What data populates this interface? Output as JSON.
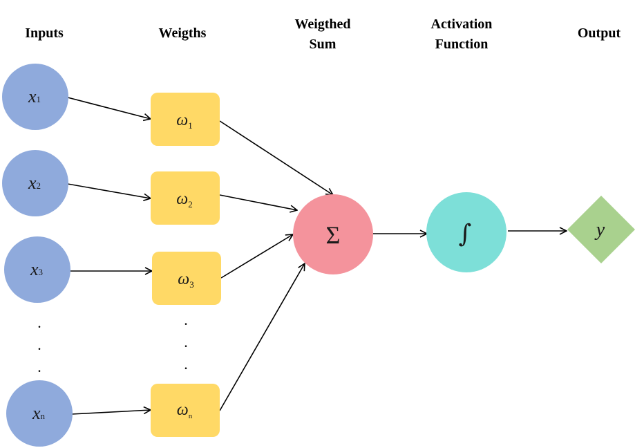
{
  "headers": {
    "inputs": "Inputs",
    "weights": "Weigths",
    "weighted_sum_line1": "Weigthed",
    "weighted_sum_line2": "Sum",
    "activation_line1": "Activation",
    "activation_line2": "Function",
    "output": "Output"
  },
  "inputs": [
    {
      "var": "x",
      "sub": "1"
    },
    {
      "var": "x",
      "sub": "2"
    },
    {
      "var": "x",
      "sub": "3"
    },
    {
      "var": "x",
      "sub": "n"
    }
  ],
  "weights": [
    {
      "var": "ω",
      "sub": "1"
    },
    {
      "var": "ω",
      "sub": "2"
    },
    {
      "var": "ω",
      "sub": "3"
    },
    {
      "var": "ω",
      "sub": "n"
    }
  ],
  "ellipsis": ".",
  "sum_symbol": "Σ",
  "activation_symbol": "∫",
  "output_symbol": "y",
  "colors": {
    "input_node": "#8faadc",
    "weight_box": "#ffd966",
    "sum_node": "#f4939c",
    "activation_node": "#7ddfd8",
    "output_node": "#a9d18e",
    "arrow": "#000000"
  }
}
